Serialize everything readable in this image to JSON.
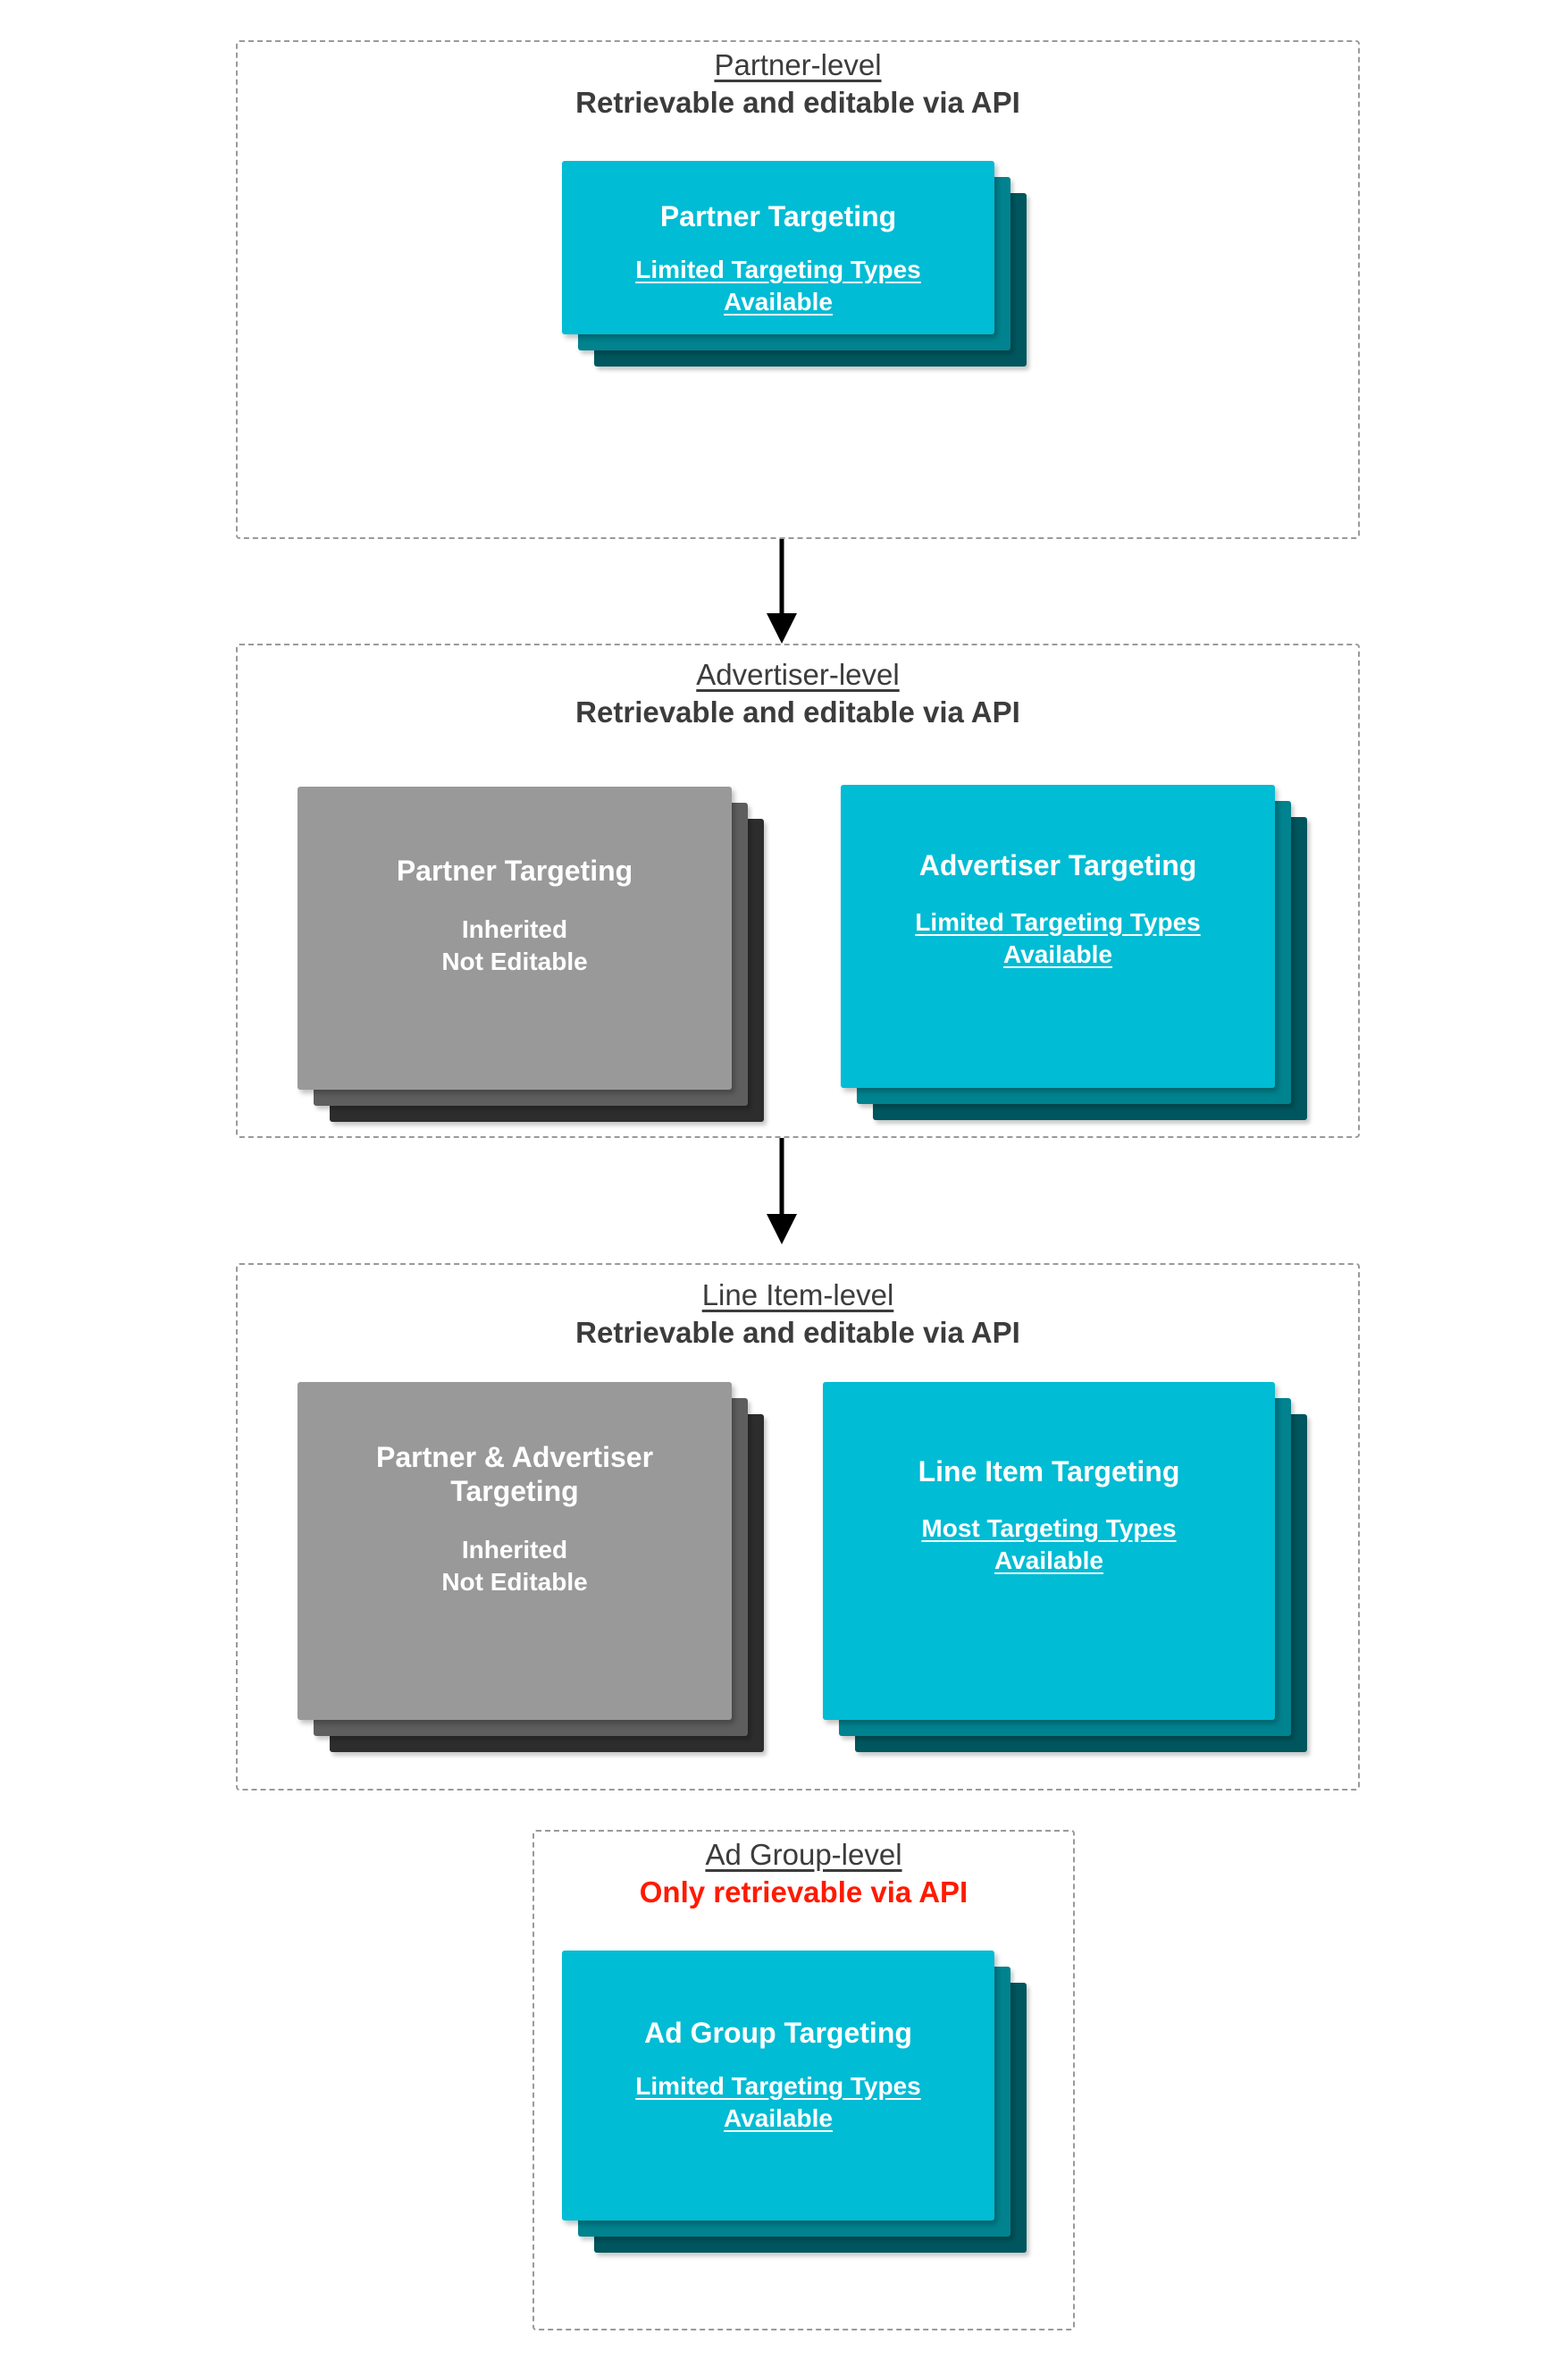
{
  "diagram": {
    "title_text_color": "#3c3c3c",
    "alert_color": "#ff1a00",
    "teal_front": "#00bcd4",
    "teal_mid": "#00838f",
    "teal_back": "#00565e",
    "gray_front": "#999999",
    "gray_mid": "#5e5e5e",
    "gray_back": "#2d2d2d"
  },
  "levels": [
    {
      "id": "partner",
      "title": "Partner-level",
      "subtitle": "Retrievable and editable via API",
      "subtitle_alert": false,
      "cards": [
        {
          "kind": "teal",
          "title": "Partner Targeting",
          "subtitle": "Limited Targeting Types\nAvailable",
          "underline": true
        }
      ]
    },
    {
      "id": "advertiser",
      "title": "Advertiser-level",
      "subtitle": "Retrievable and editable via API",
      "subtitle_alert": false,
      "cards": [
        {
          "kind": "gray",
          "title": "Partner Targeting",
          "subtitle": "Inherited\nNot Editable",
          "underline": false
        },
        {
          "kind": "teal",
          "title": "Advertiser Targeting",
          "subtitle": "Limited Targeting Types\nAvailable",
          "underline": true
        }
      ]
    },
    {
      "id": "line-item",
      "title": "Line Item-level",
      "subtitle": "Retrievable and editable via API",
      "subtitle_alert": false,
      "cards": [
        {
          "kind": "gray",
          "title": "Partner & Advertiser\nTargeting",
          "subtitle": "Inherited\nNot Editable",
          "underline": false
        },
        {
          "kind": "teal",
          "title": "Line Item Targeting",
          "subtitle": "Most Targeting Types\nAvailable",
          "underline": true
        }
      ]
    },
    {
      "id": "ad-group",
      "title": "Ad Group-level",
      "subtitle": "Only retrievable via API",
      "subtitle_alert": true,
      "cards": [
        {
          "kind": "teal",
          "title": "Ad Group Targeting",
          "subtitle": "Limited Targeting Types\nAvailable",
          "underline": true
        }
      ]
    }
  ],
  "connectors": [
    {
      "from": "partner",
      "to": "advertiser"
    },
    {
      "from": "advertiser",
      "to": "line-item"
    },
    {
      "from": "line-item",
      "to": "ad-group"
    }
  ]
}
